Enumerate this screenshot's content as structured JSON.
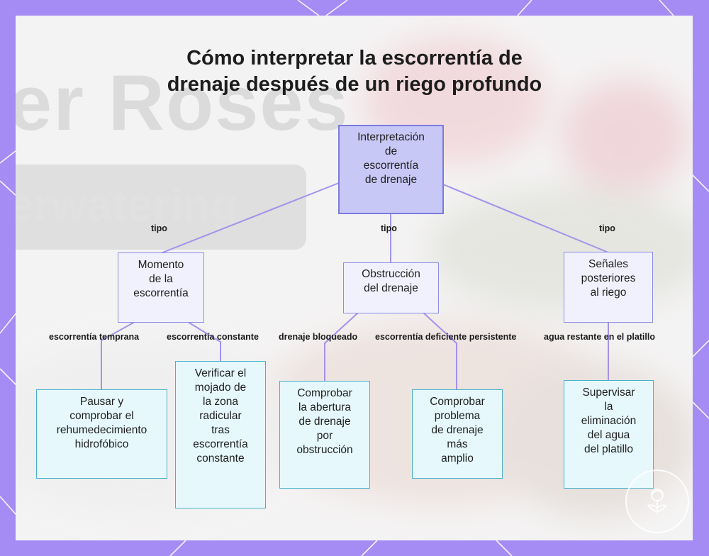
{
  "colors": {
    "frame": "#a48cf4",
    "root_fill": "#c8c8f6",
    "root_border": "#7b7be0",
    "mid_fill": "#f1f1fd",
    "mid_border": "#8c8ce6",
    "leaf_fill": "#e6f8fc",
    "leaf_border": "#4ab1cc",
    "connector": "#a392ea"
  },
  "background": {
    "word_1": "er Roses",
    "word_2": "erwatering"
  },
  "title": {
    "line1": "Cómo interpretar la escorrentía de",
    "line2": "drenaje después de un riego profundo"
  },
  "root": {
    "label": "Interpretación\nde\nescorrentía\nde drenaje"
  },
  "branches": [
    {
      "edge_label": "tipo",
      "label": "Momento\nde la\nescorrentía",
      "children": [
        {
          "edge_label": "escorrentía temprana",
          "label": "Pausar y\ncomprobar el\nrehumedecimiento\nhidrofóbico"
        },
        {
          "edge_label": "escorrentía constante",
          "label": "Verificar el\nmojado de\nla zona\nradicular\ntras\nescorrentía\nconstante"
        }
      ]
    },
    {
      "edge_label": "tipo",
      "label": "Obstrucción\ndel drenaje",
      "children": [
        {
          "edge_label": "drenaje bloqueado",
          "label": "Comprobar\nla abertura\nde drenaje\npor\nobstrucción"
        },
        {
          "edge_label": "escorrentía deficiente persistente",
          "label": "Comprobar\nproblema\nde drenaje\nmás\namplio"
        }
      ]
    },
    {
      "edge_label": "tipo",
      "label": "Señales\nposteriores\nal riego",
      "children": [
        {
          "edge_label": "agua restante en el platillo",
          "label": "Supervisar\nla\neliminación\ndel agua\ndel platillo"
        }
      ]
    }
  ],
  "icons": {
    "logo": "rose-logo-icon"
  }
}
